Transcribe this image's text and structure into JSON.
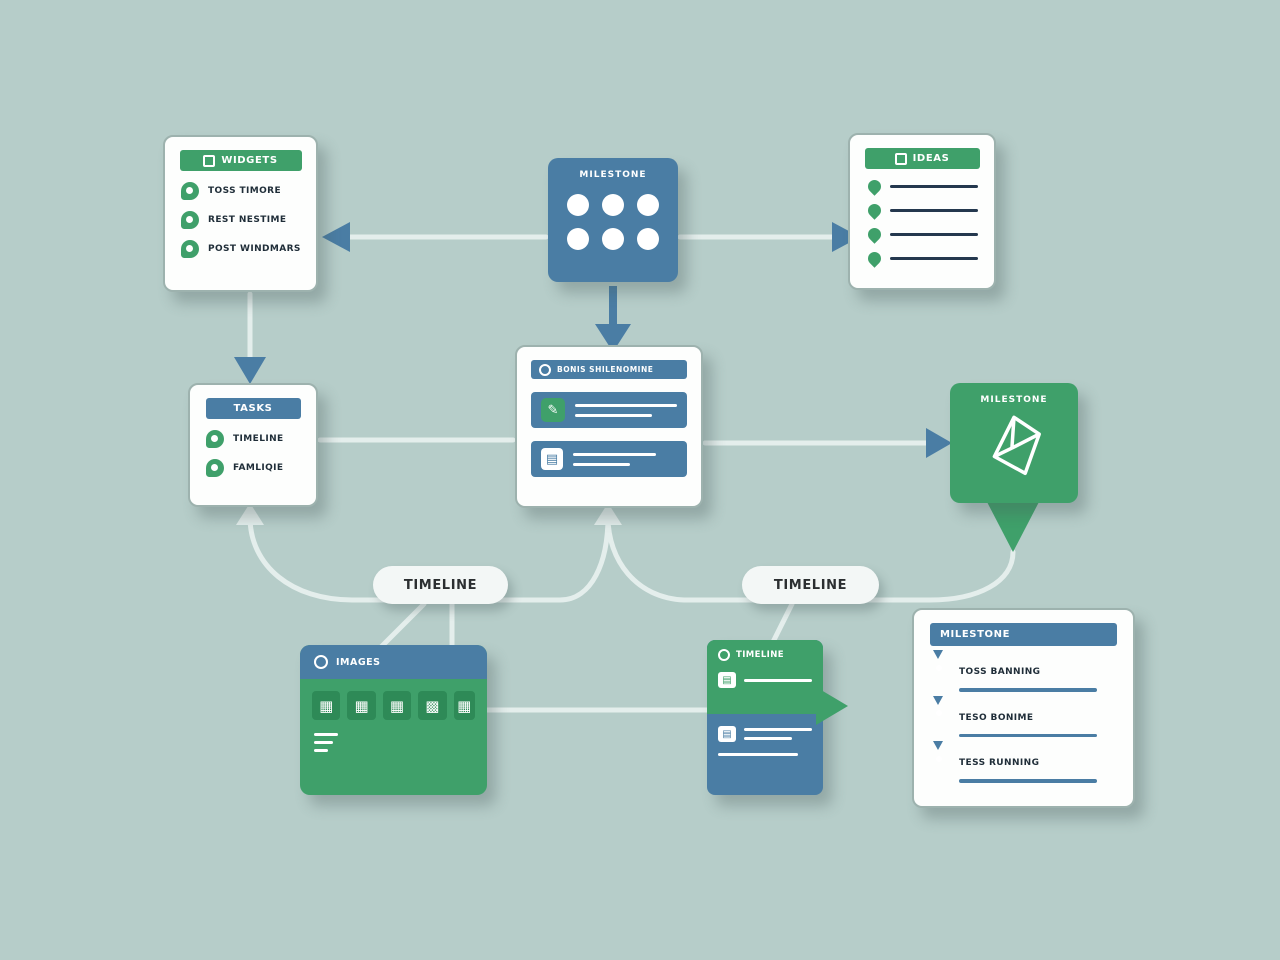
{
  "colors": {
    "background": "#b6cdc9",
    "blue": "#4a7da4",
    "green": "#3fa06a",
    "connector": "#e4eeec",
    "ink": "#1f2d38"
  },
  "widgets_card": {
    "title": "WIDGETS",
    "items": [
      {
        "label": "TOSS TIMORE"
      },
      {
        "label": "REST NESTIME"
      },
      {
        "label": "POST WINDMARS"
      }
    ]
  },
  "milestone_block": {
    "title": "MILESTONE"
  },
  "ideas_card": {
    "title": "IDEAS"
  },
  "tasks_card": {
    "title": "TASKS",
    "items": [
      {
        "label": "TIMELINE"
      },
      {
        "label": "FAMLIQIE"
      }
    ]
  },
  "center_card": {
    "title": "BONIS SHILENOMINE"
  },
  "milestone_green": {
    "title": "MILESTONE"
  },
  "pills": {
    "left": "TIMELINE",
    "right": "TIMELINE"
  },
  "images_card": {
    "title": "IMAGES"
  },
  "timeline_card": {
    "title": "TIMELINE"
  },
  "milestone_list_card": {
    "title": "MILESTONE",
    "items": [
      {
        "label": "TOSS BANNING"
      },
      {
        "label": "TESO BONIME"
      },
      {
        "label": "TESS RUNNING"
      }
    ]
  }
}
